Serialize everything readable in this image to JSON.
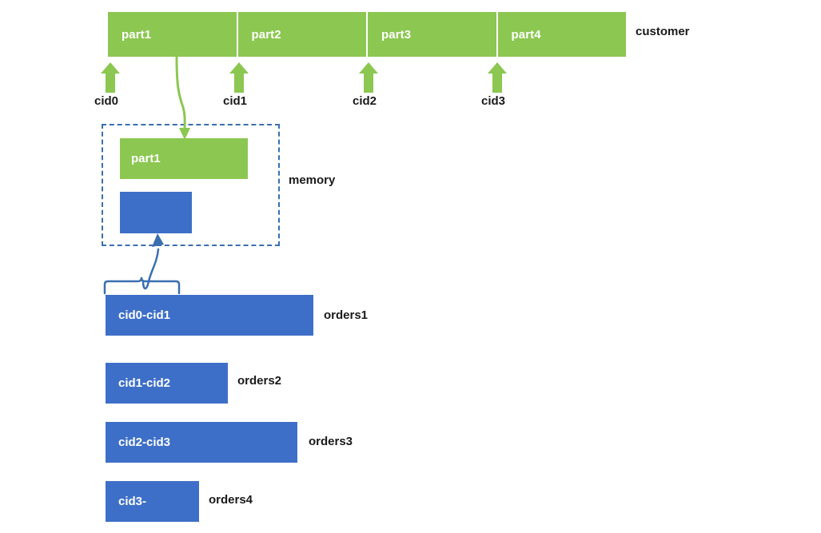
{
  "diagram": {
    "title_region": "customer-partition-memory-orders-diagram",
    "colors": {
      "green": "#8CC751",
      "blue": "#3E6FC8",
      "dashed_border": "#3A6FB0",
      "text": "#1A1A1A",
      "box_text": "#FFFFFF"
    }
  },
  "customer": {
    "label": "customer",
    "parts": [
      {
        "label": "part1"
      },
      {
        "label": "part2"
      },
      {
        "label": "part3"
      },
      {
        "label": "part4"
      }
    ]
  },
  "cid_markers": [
    {
      "label": "cid0"
    },
    {
      "label": "cid1"
    },
    {
      "label": "cid2"
    },
    {
      "label": "cid3"
    }
  ],
  "memory": {
    "label": "memory",
    "loaded_part": {
      "label": "part1"
    },
    "loaded_orders": {
      "label": ""
    }
  },
  "orders": [
    {
      "range_label": "cid0-cid1",
      "name": "orders1"
    },
    {
      "range_label": "cid1-cid2",
      "name": "orders2"
    },
    {
      "range_label": "cid2-cid3",
      "name": "orders3"
    },
    {
      "range_label": "cid3-",
      "name": "orders4"
    }
  ]
}
